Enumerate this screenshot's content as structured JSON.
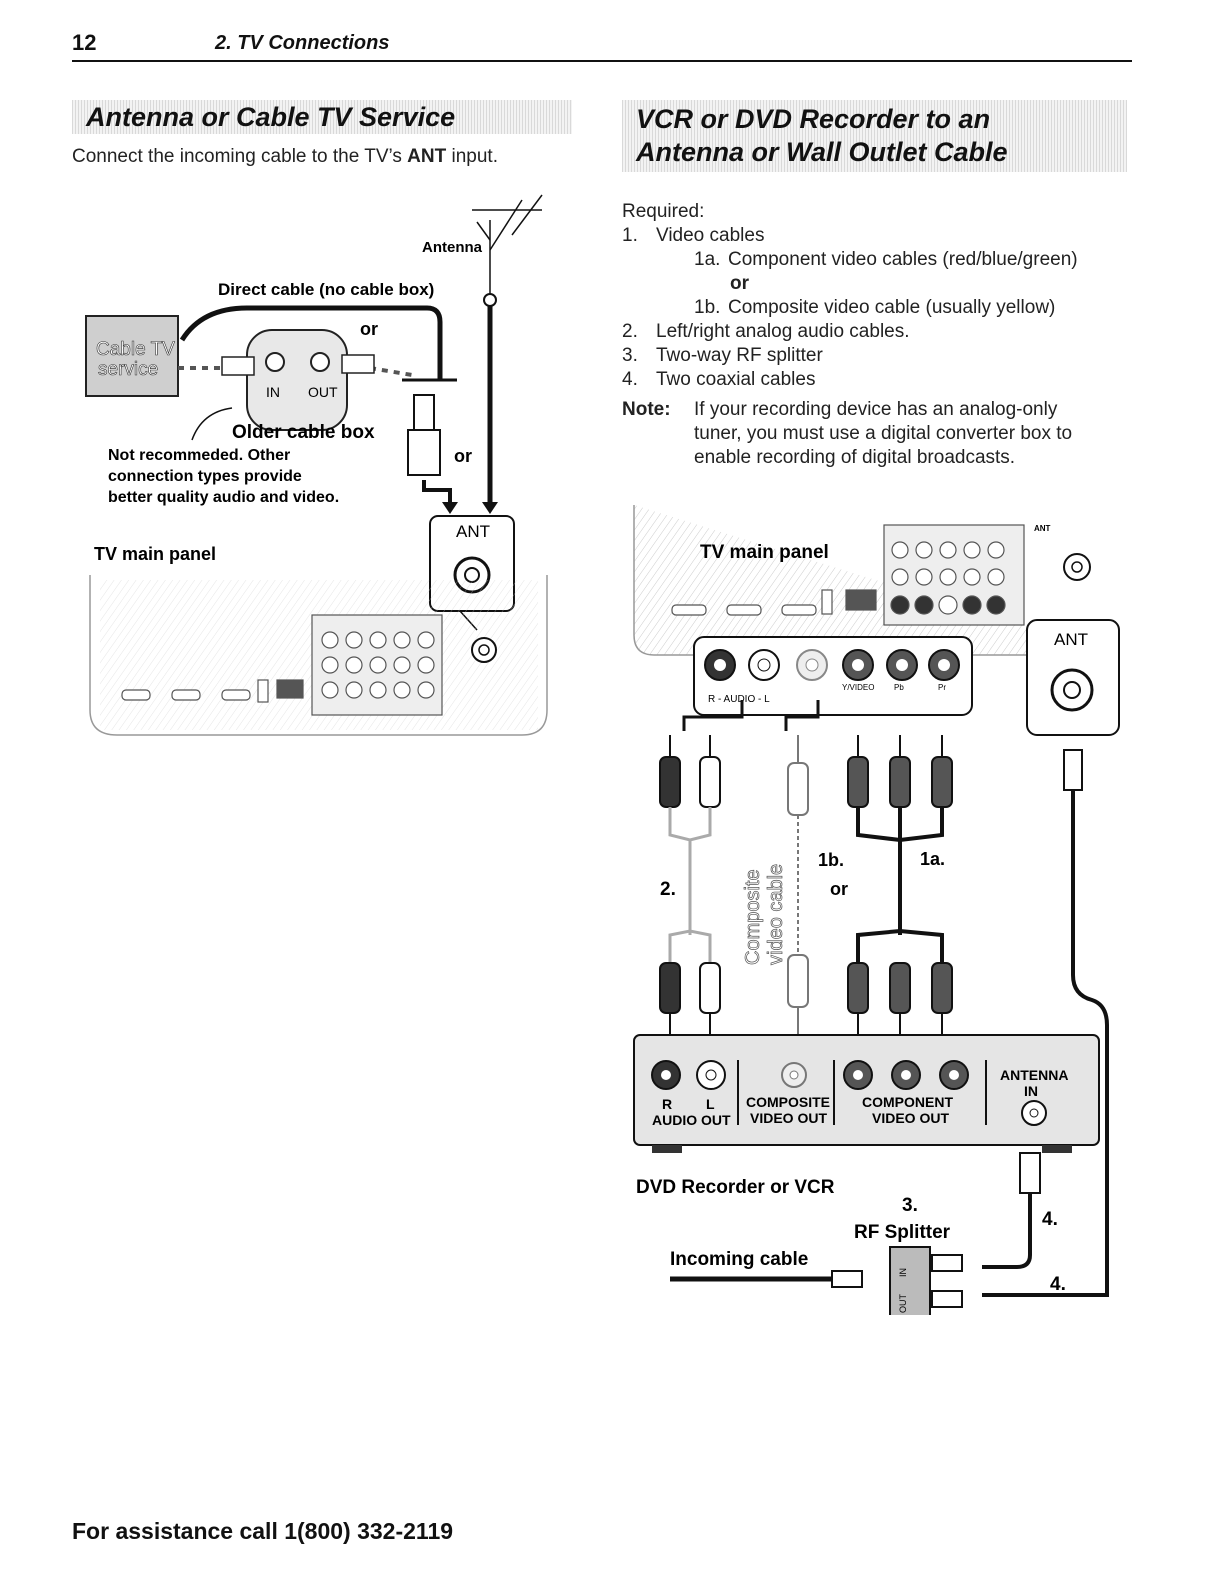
{
  "header": {
    "page_number": "12",
    "section": "2. TV Connections"
  },
  "left": {
    "title": "Antenna or Cable TV Service",
    "intro_before": "Connect the incoming cable to the TV’s ",
    "intro_bold": "ANT",
    "intro_after": " input.",
    "diagram": {
      "antenna": "Antenna",
      "direct_cable": "Direct cable (no cable box)",
      "or_top": "or",
      "cable_tv_line1": "Cable TV",
      "cable_tv_line2": "service",
      "in": "IN",
      "out": "OUT",
      "older_box": "Older cable box",
      "not_rec_1": "Not recommeded.  Other",
      "not_rec_2": "connection types provide",
      "not_rec_3": "better quality audio and video.",
      "or_right": "or",
      "ant": "ANT",
      "tv_panel": "TV main panel"
    }
  },
  "right": {
    "title_line1": "VCR or DVD Recorder to an",
    "title_line2": "Antenna or Wall Outlet Cable",
    "required": "Required:",
    "items": [
      {
        "num": "1.",
        "text": "Video cables"
      },
      {
        "num": "1a.",
        "text": "Component video cables (red/blue/green)"
      },
      {
        "num": "",
        "text": "or"
      },
      {
        "num": "1b.",
        "text": "Composite video cable (usually yellow)"
      },
      {
        "num": "2.",
        "text": "Left/right analog audio cables."
      },
      {
        "num": "3.",
        "text": "Two-way RF splitter"
      },
      {
        "num": "4.",
        "text": "Two coaxial cables"
      }
    ],
    "note_label": "Note:",
    "note_lines": [
      "If your recording device has an analog-only",
      "tuner, you must use a digital converter box to",
      "enable recording of digital broadcasts."
    ],
    "diagram": {
      "tv_panel": "TV main panel",
      "ant_small": "ANT",
      "ant_box": "ANT",
      "r_audio_l": "R - AUDIO - L",
      "y_video": "Y/VIDEO",
      "pb": "Pb",
      "pr": "Pr",
      "label_1b": "1b.",
      "label_1a": "1a.",
      "label_2": "2.",
      "or": "or",
      "composite_1": "Composite",
      "composite_2": "video cable",
      "r": "R",
      "l": "L",
      "audio_out": "AUDIO OUT",
      "composite": "COMPOSITE",
      "video_out": "VIDEO OUT",
      "component": "COMPONENT",
      "component_video_out": "VIDEO OUT",
      "antenna": "ANTENNA",
      "antenna_in": "IN",
      "dvd_vcr": "DVD Recorder or VCR",
      "label_3": "3.",
      "rf_splitter": "RF Splitter",
      "label_4a": "4.",
      "label_4b": "4.",
      "incoming": "Incoming cable",
      "split_in": "IN",
      "split_out": "OUT"
    }
  },
  "footer": {
    "text": "For assistance call 1(800) 332-2119"
  }
}
